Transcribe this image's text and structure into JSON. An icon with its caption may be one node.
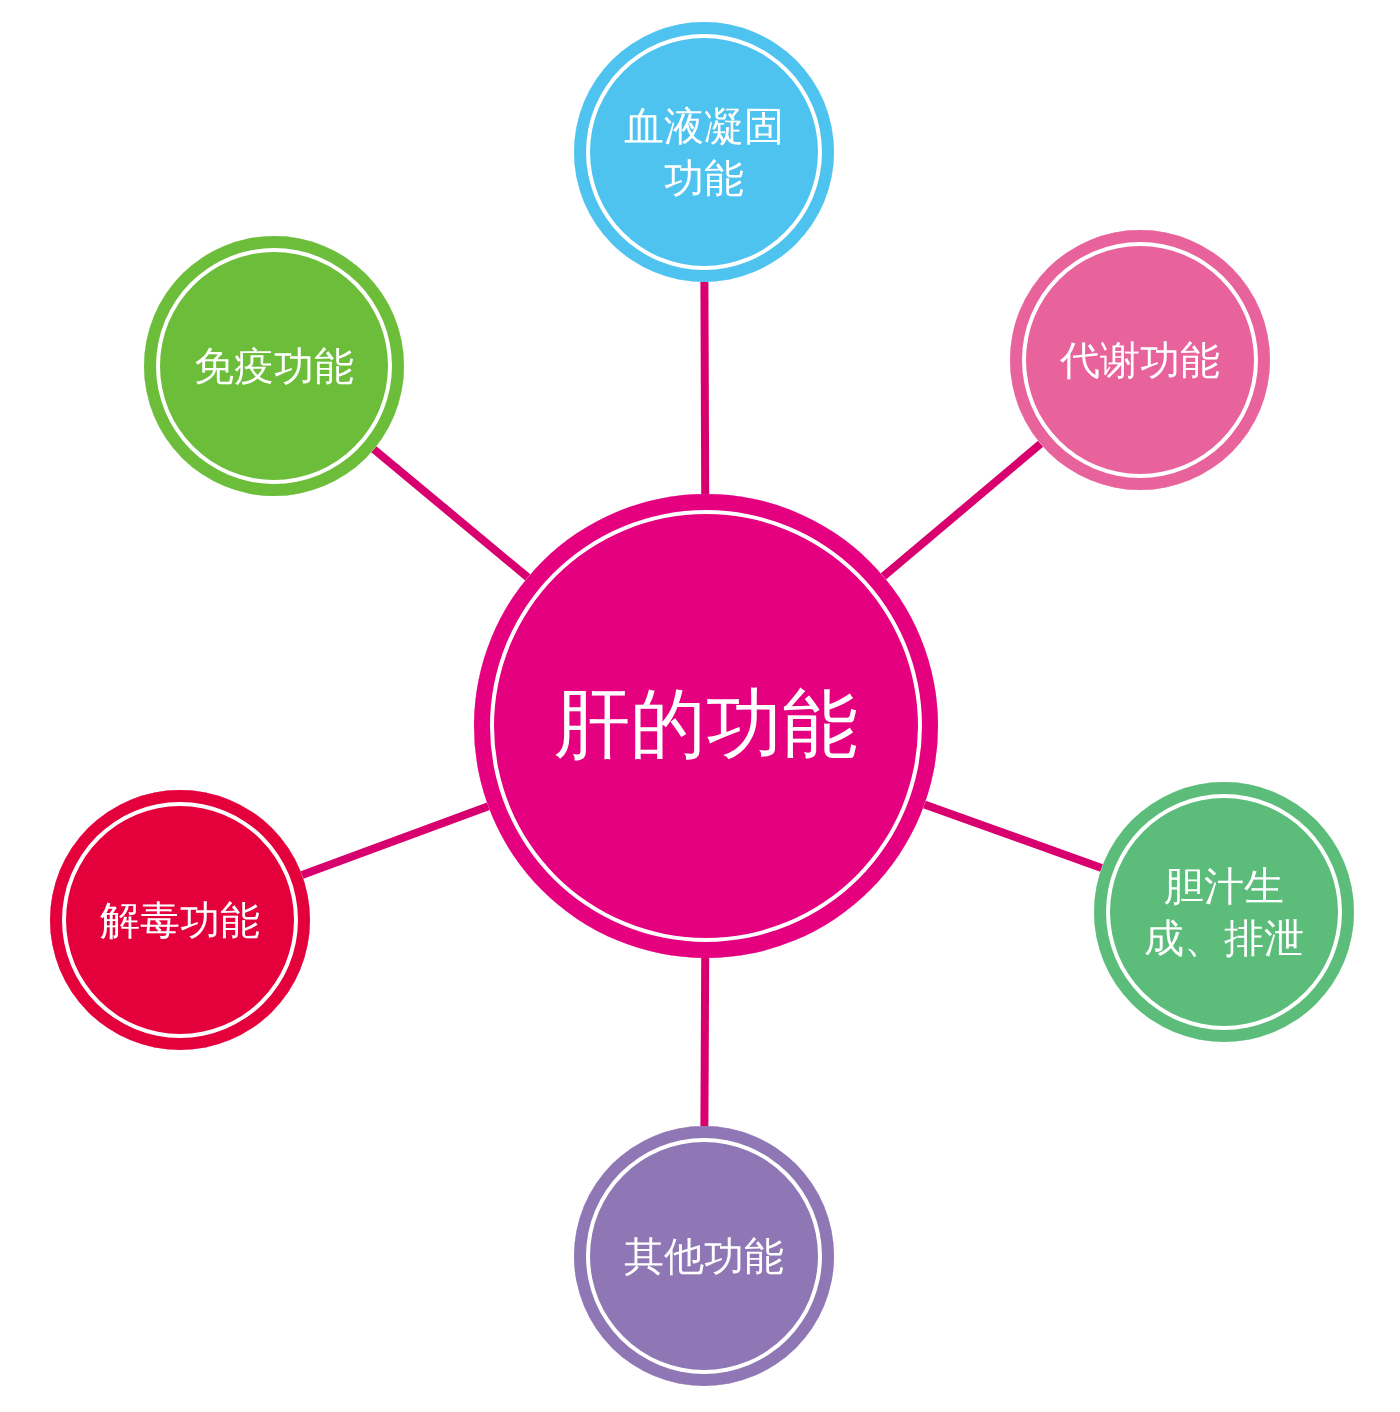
{
  "diagram": {
    "nodes": [
      {
        "text": [
          "肝的功能"
        ]
      },
      {
        "text": [
          "血液凝固功能"
        ]
      },
      {
        "text": [
          "免疫功能"
        ]
      },
      {
        "text": [
          "代谢功能"
        ]
      },
      {
        "text": [
          "解毒功能"
        ]
      },
      {
        "text": [
          "胆汁生成、排泄"
        ]
      },
      {
        "text": [
          "其他功能"
        ]
      }
    ],
    "edges": [
      {
        "from": 0,
        "to": 1,
        "arrow": "none"
      },
      {
        "from": 0,
        "to": 2,
        "arrow": "none"
      },
      {
        "from": 0,
        "to": 3,
        "arrow": "none"
      },
      {
        "from": 0,
        "to": 4,
        "arrow": "none"
      },
      {
        "from": 0,
        "to": 5,
        "arrow": "none"
      },
      {
        "from": 0,
        "to": 6,
        "arrow": "none"
      }
    ]
  }
}
